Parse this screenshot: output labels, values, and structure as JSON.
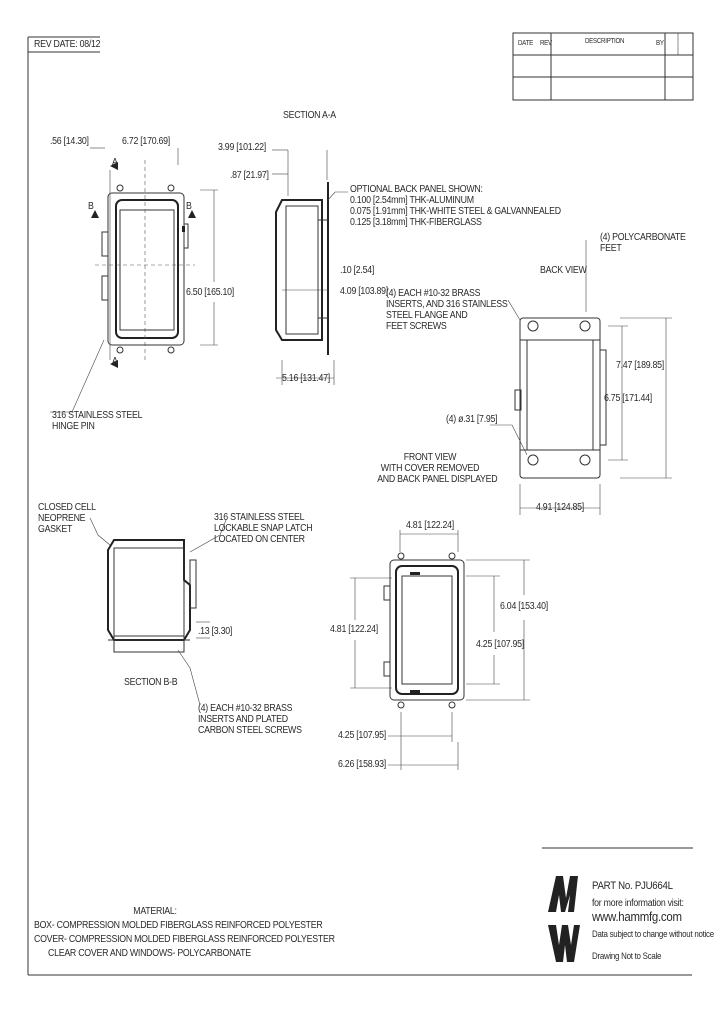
{
  "title_block": {
    "rev_date": "REV DATE: 08/12",
    "header_cells": [
      "DATE",
      "REV",
      "BY",
      "DESCRIPTION"
    ]
  },
  "views": {
    "section_aa": "SECTION A-A",
    "section_bb": "SECTION B-B",
    "back_view": "BACK VIEW",
    "front_view": "FRONT VIEW\nWITH COVER REMOVED\nAND BACK PANEL DISPLAYED",
    "marker_a": "A",
    "marker_b": "B"
  },
  "dimensions": {
    "d_056": ".56 [14.30]",
    "d_672": "6.72 [170.69]",
    "d_650": "6.50 [165.10]",
    "d_399": "3.99 [101.22]",
    "d_087": ".87 [21.97]",
    "d_010": ".10 [2.54]",
    "d_409": "4.09 [103.89]",
    "d_516": "5.16 [131.47]",
    "d_747": "7.47 [189.85]",
    "d_675": "6.75 [171.44]",
    "d_031": "(4) ø.31 [7.95]",
    "d_491": "4.91 [124.85]",
    "d_481_top": "4.81 [122.24]",
    "d_481_left": "4.81 [122.24]",
    "d_604": "6.04 [153.40]",
    "d_425_right": "4.25 [107.95]",
    "d_425_bottom": "4.25 [107.95]",
    "d_626": "6.26 [158.93]",
    "d_013": ".13 [3.30]"
  },
  "notes": {
    "optional_back_panel": "OPTIONAL BACK PANEL SHOWN:\n0.100 [2.54mm] THK-ALUMINUM\n0.075 [1.91mm] THK-WHITE STEEL & GALVANNEALED\n0.125 [3.18mm] THK-FIBERGLASS",
    "polycarbonate_feet": "(4) POLYCARBONATE\nFEET",
    "brass_inserts": "(4) EACH #10-32 BRASS\nINSERTS, AND 316 STAINLESS\nSTEEL FLANGE AND\nFEET SCREWS",
    "hinge_pin": "316 STAINLESS STEEL\nHINGE PIN",
    "gasket": "CLOSED CELL\nNEOPRENE\nGASKET",
    "snap_latch": "316 STAINLESS STEEL\nLOCKABLE SNAP LATCH\nLOCATED ON CENTER",
    "carbon_screws": "(4) EACH #10-32 BRASS\nINSERTS AND PLATED\nCARBON STEEL SCREWS"
  },
  "material": {
    "heading": "MATERIAL:",
    "lines": [
      "BOX- COMPRESSION MOLDED FIBERGLASS REINFORCED POLYESTER",
      "COVER- COMPRESSION MOLDED FIBERGLASS REINFORCED POLYESTER",
      "CLEAR COVER AND WINDOWS- POLYCARBONATE"
    ]
  },
  "footer": {
    "part_no": "PART No. PJU664L",
    "info": "for more information visit:",
    "website": "www.hammfg.com",
    "disclaimer": "Data subject to change without notice",
    "scale": "Drawing Not to Scale"
  }
}
